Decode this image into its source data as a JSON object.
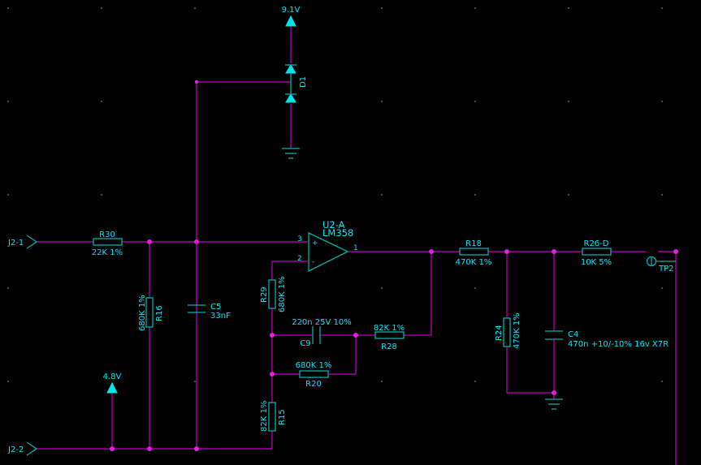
{
  "power": {
    "top": "9.1V",
    "bottom": "4.8V"
  },
  "ports": {
    "j2_1": "J2-1",
    "j2_2": "J2-2"
  },
  "testpoint": "TP2",
  "opamp": {
    "ref": "U2-A",
    "value": "LM358",
    "pin_plus": "3",
    "pin_minus": "2",
    "pin_out": "1",
    "plus_sign": "+",
    "minus_sign": "-"
  },
  "parts": {
    "d1": {
      "ref": "D1"
    },
    "r30": {
      "ref": "R30",
      "value": "22K 1%"
    },
    "r16": {
      "ref": "R16",
      "value": "680K 1%"
    },
    "c5": {
      "ref": "C5",
      "value": "33nF"
    },
    "r29": {
      "ref": "R29",
      "value": "680K 1%"
    },
    "c9": {
      "ref": "C9",
      "value": "220n 25V 10%"
    },
    "r28": {
      "ref": "R28",
      "value": "82K 1%"
    },
    "r20": {
      "ref": "R20",
      "value": "680K 1%"
    },
    "r15": {
      "ref": "R15",
      "value": "82K 1%"
    },
    "r18": {
      "ref": "R18",
      "value": "470K 1%"
    },
    "r24": {
      "ref": "R24",
      "value": "470K 1%"
    },
    "c4": {
      "ref": "C4",
      "value": "470n +10/-10% 16v X7R"
    },
    "r26": {
      "ref": "R26-D",
      "value": "10K 5%"
    }
  }
}
